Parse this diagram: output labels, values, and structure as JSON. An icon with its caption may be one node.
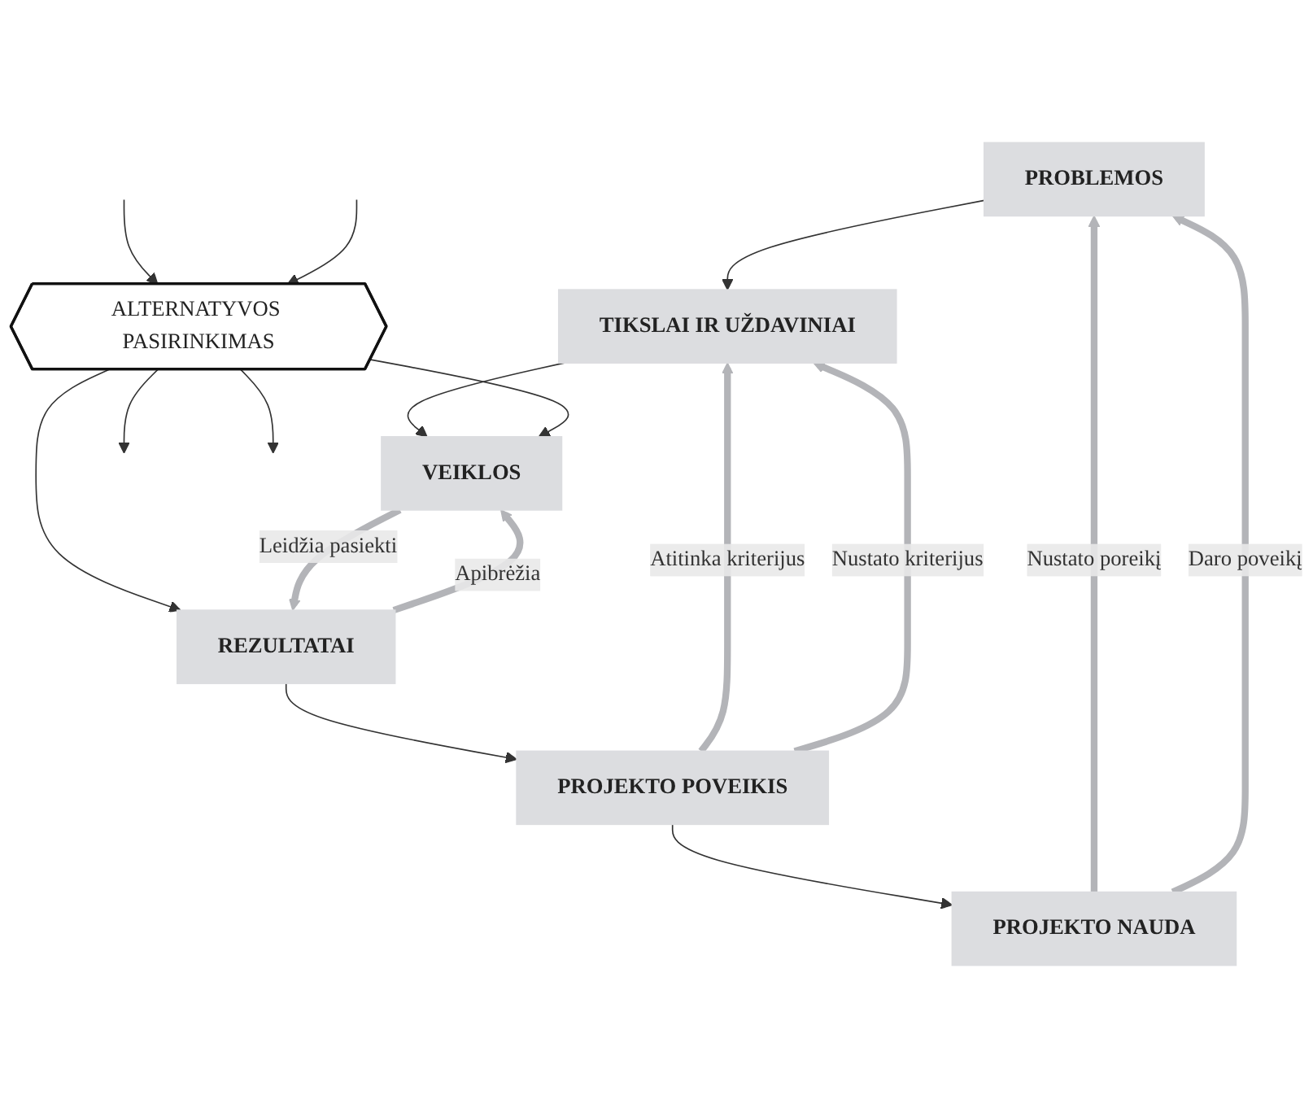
{
  "diagram": {
    "nodes": [
      {
        "text": [
          "PROBLEMOS"
        ]
      },
      {
        "text": [
          "TIKSLAI IR UŽDAVINIAI"
        ]
      },
      {
        "text": [
          "VEIKLOS"
        ]
      },
      {
        "text": [
          "ALTERNATYVOS PASIRINKIMAS"
        ]
      },
      {
        "text": [
          "REZULTATAI"
        ]
      },
      {
        "text": [
          "PROJEKTO POVEIKIS"
        ]
      },
      {
        "text": [
          "PROJEKTO NAUDA"
        ]
      }
    ],
    "edges": [
      {
        "from": 0,
        "to": 1,
        "arrow": "to"
      },
      {
        "from": 1,
        "to": 2,
        "arrow": "to"
      },
      {
        "from": 3,
        "to": 2,
        "arrow": "to"
      },
      {
        "from": null,
        "to": 3,
        "arrow": "to"
      },
      {
        "from": null,
        "to": 3,
        "arrow": "to"
      },
      {
        "from": 3,
        "to": null,
        "arrow": "to"
      },
      {
        "from": 3,
        "to": null,
        "arrow": "to"
      },
      {
        "from": 3,
        "to": 4,
        "arrow": "to"
      },
      {
        "from": 4,
        "to": 2,
        "label": "Apibrėžia",
        "arrow": "to",
        "style": "thick",
        "color": "#b3b4b8"
      },
      {
        "from": 2,
        "to": 4,
        "label": "Leidžia pasiekti",
        "arrow": "to",
        "style": "thick",
        "color": "#b3b4b8"
      },
      {
        "from": 4,
        "to": 5,
        "arrow": "to"
      },
      {
        "from": 5,
        "to": 6,
        "arrow": "to"
      },
      {
        "from": 5,
        "to": 1,
        "label": "Atitinka kriterijus",
        "arrow": "to",
        "style": "thick",
        "color": "#b3b4b8"
      },
      {
        "from": 5,
        "to": 1,
        "label": "Nustato kriterijus",
        "arrow": "to",
        "style": "thick",
        "color": "#b3b4b8"
      },
      {
        "from": 6,
        "to": 0,
        "label": "Nustato poreikį",
        "arrow": "to",
        "style": "thick",
        "color": "#b3b4b8"
      },
      {
        "from": 6,
        "to": 0,
        "label": "Daro poveikį",
        "arrow": "to",
        "style": "thick",
        "color": "#b3b4b8"
      }
    ]
  }
}
